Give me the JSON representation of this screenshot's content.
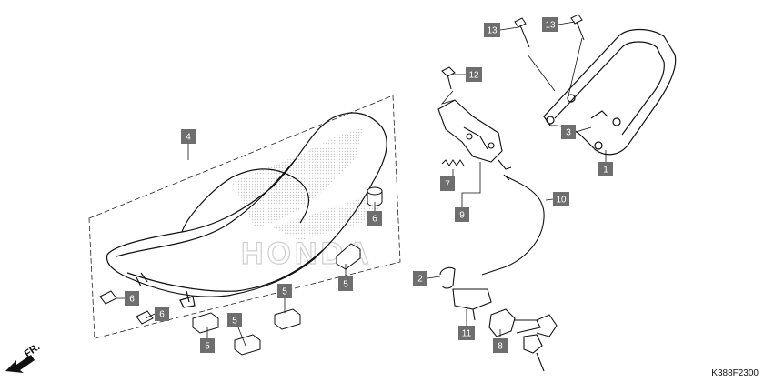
{
  "diagram": {
    "drawing_code": "K388F2300",
    "direction_label": "FR.",
    "watermark_brand": "HONDA",
    "colors": {
      "callout_fill": "#6e6e6e",
      "callout_text": "#ffffff",
      "line": "#111111",
      "watermark": "#d2d2d2"
    },
    "callouts": [
      {
        "id": "c4",
        "label": "4"
      },
      {
        "id": "c6a",
        "label": "6"
      },
      {
        "id": "c6b",
        "label": "6"
      },
      {
        "id": "c6c",
        "label": "6"
      },
      {
        "id": "c5a",
        "label": "5"
      },
      {
        "id": "c5b",
        "label": "5"
      },
      {
        "id": "c5c",
        "label": "5"
      },
      {
        "id": "c5d",
        "label": "5"
      },
      {
        "id": "c13a",
        "label": "13"
      },
      {
        "id": "c13b",
        "label": "13"
      },
      {
        "id": "c12",
        "label": "12"
      },
      {
        "id": "c3",
        "label": "3"
      },
      {
        "id": "c1",
        "label": "1"
      },
      {
        "id": "c7",
        "label": "7"
      },
      {
        "id": "c9",
        "label": "9"
      },
      {
        "id": "c10",
        "label": "10"
      },
      {
        "id": "c2",
        "label": "2"
      },
      {
        "id": "c11",
        "label": "11"
      },
      {
        "id": "c8",
        "label": "8"
      }
    ]
  }
}
